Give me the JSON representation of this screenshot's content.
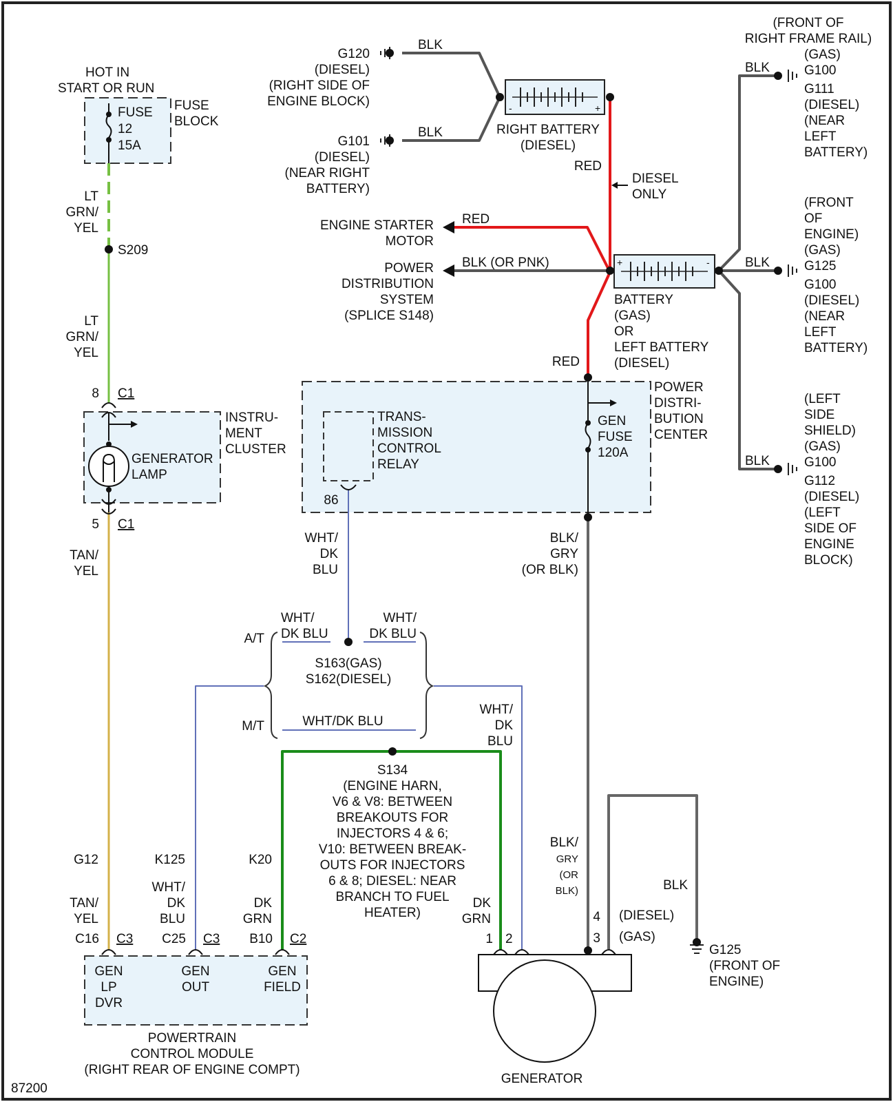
{
  "colors": {
    "red_wire": "#e2181a",
    "dark_wire": "#555555",
    "green_dark_wire": "#1a8c1a",
    "light_green_wire": "#76c043",
    "tan_yellow_wire": "#d4b24a",
    "blue_wire": "#6070b8",
    "box_fill": "#e8f3fa"
  },
  "fuse_block": {
    "hot_in_l1": "HOT IN",
    "hot_in_l2": "START OR RUN",
    "title_l1": "FUSE",
    "title_l2": "BLOCK",
    "fuse_l1": "FUSE",
    "fuse_l2": "12",
    "fuse_l3": "15A"
  },
  "wire_ltgrn_top": [
    "LT",
    "GRN/",
    "YEL"
  ],
  "splice_s209": "S209",
  "wire_ltgrn_bottom": [
    "LT",
    "GRN/",
    "YEL"
  ],
  "instrument_cluster": {
    "pin_top_num": "8",
    "pin_top_conn": "C1",
    "title": [
      "INSTRU-",
      "MENT",
      "CLUSTER"
    ],
    "lamp": [
      "GENERATOR",
      "LAMP"
    ],
    "pin_bottom_num": "5",
    "pin_bottom_conn": "C1"
  },
  "wire_tanyel_top": [
    "TAN/",
    "YEL"
  ],
  "g120": [
    "G120",
    "(DIESEL)",
    "(RIGHT SIDE OF",
    "ENGINE BLOCK)"
  ],
  "g120_wire": "BLK",
  "g101": [
    "G101",
    "(DIESEL)",
    "(NEAR RIGHT",
    "BATTERY)"
  ],
  "g101_wire": "BLK",
  "right_battery": [
    "RIGHT BATTERY",
    "(DIESEL)"
  ],
  "right_battery_minus": "-",
  "right_battery_plus": "+",
  "red_top_label": "RED",
  "diesel_only": [
    "DIESEL",
    "ONLY"
  ],
  "starter": {
    "label": [
      "ENGINE STARTER",
      "MOTOR"
    ],
    "wire": "RED"
  },
  "pds": {
    "label": [
      "POWER",
      "DISTRIBUTION",
      "SYSTEM",
      "(SPLICE S148)"
    ],
    "wire": "BLK (OR PNK)"
  },
  "battery": {
    "label": [
      "BATTERY",
      "(GAS)",
      "OR",
      "LEFT BATTERY",
      "(DIESEL)"
    ],
    "plus": "+",
    "minus": "-"
  },
  "red_bottom_label": "RED",
  "ground_top": {
    "note": [
      "(FRONT OF",
      "RIGHT FRAME RAIL)"
    ],
    "labels": [
      "(GAS)",
      "G100",
      "G111",
      "(DIESEL)",
      "(NEAR",
      "LEFT",
      "BATTERY)"
    ],
    "wire": "BLK"
  },
  "ground_mid": {
    "labels": [
      "(FRONT",
      "OF",
      "ENGINE)",
      "(GAS)",
      "G125",
      "G100",
      "(DIESEL)",
      "(NEAR",
      "LEFT",
      "BATTERY)"
    ],
    "wire": "BLK"
  },
  "ground_low": {
    "labels": [
      "(LEFT",
      "SIDE",
      "SHIELD)",
      "(GAS)",
      "G100",
      "G112",
      "(DIESEL)",
      "(LEFT",
      "SIDE OF",
      "ENGINE",
      "BLOCK)"
    ],
    "wire": "BLK"
  },
  "pdc": {
    "title": [
      "POWER",
      "DISTRI-",
      "BUTION",
      "CENTER"
    ],
    "fuse": [
      "GEN",
      "FUSE",
      "120A"
    ]
  },
  "relay": {
    "title": [
      "TRANS-",
      "MISSION",
      "CONTROL",
      "RELAY"
    ],
    "pin": "86"
  },
  "wire_relay": [
    "WHT/",
    "DK",
    "BLU"
  ],
  "wire_blkgry_top": [
    "BLK/",
    "GRY",
    "(OR BLK)"
  ],
  "splice_s163": {
    "at": "A/T",
    "mt": "M/T",
    "left_wire": [
      "WHT/",
      "DK BLU"
    ],
    "right_wire": [
      "WHT/",
      "DK BLU"
    ],
    "label": [
      "S163(GAS)",
      "S162(DIESEL)"
    ],
    "mt_wire": "WHT/DK BLU"
  },
  "wire_gen_blu": [
    "WHT/",
    "DK",
    "BLU"
  ],
  "splice_s134": [
    "S134",
    "(ENGINE HARN,",
    "V6 & V8: BETWEEN",
    "BREAKOUTS FOR",
    "INJECTORS 4 & 6;",
    "V10: BETWEEN BREAK-",
    "OUTS FOR INJECTORS",
    "6 & 8; DIESEL: NEAR",
    "BRANCH TO FUEL",
    "HEATER)"
  ],
  "pcm_pins": {
    "g12_ckt": "G12",
    "g12_wire": [
      "TAN/",
      "YEL"
    ],
    "g12_pin": "C16",
    "g12_conn": "C3",
    "k125_ckt": "K125",
    "k125_wire": [
      "WHT/",
      "DK",
      "BLU"
    ],
    "k125_pin": "C25",
    "k125_conn": "C3",
    "k20_ckt": "K20",
    "k20_wire": [
      "DK",
      "GRN"
    ],
    "k20_pin": "B10",
    "k20_conn": "C2"
  },
  "pcm": {
    "gen_lp": [
      "GEN",
      "LP",
      "DVR"
    ],
    "gen_out": [
      "GEN",
      "OUT"
    ],
    "gen_field": [
      "GEN",
      "FIELD"
    ],
    "label": [
      "POWERTRAIN",
      "CONTROL MODULE",
      "(RIGHT REAR OF ENGINE COMPT)"
    ]
  },
  "generator": {
    "wire_dkgrn": [
      "DK",
      "GRN"
    ],
    "pin1": "1",
    "pin2": "2",
    "wire_blkgry": [
      "BLK/",
      "GRY",
      "(OR",
      "BLK)"
    ],
    "pin4": "4",
    "pin3": "3",
    "diesel": "(DIESEL)",
    "gas": "(GAS)",
    "label": "GENERATOR"
  },
  "g125_wire": "BLK",
  "g125": [
    "G125",
    "(FRONT OF",
    "ENGINE)"
  ],
  "figure_id": "87200"
}
